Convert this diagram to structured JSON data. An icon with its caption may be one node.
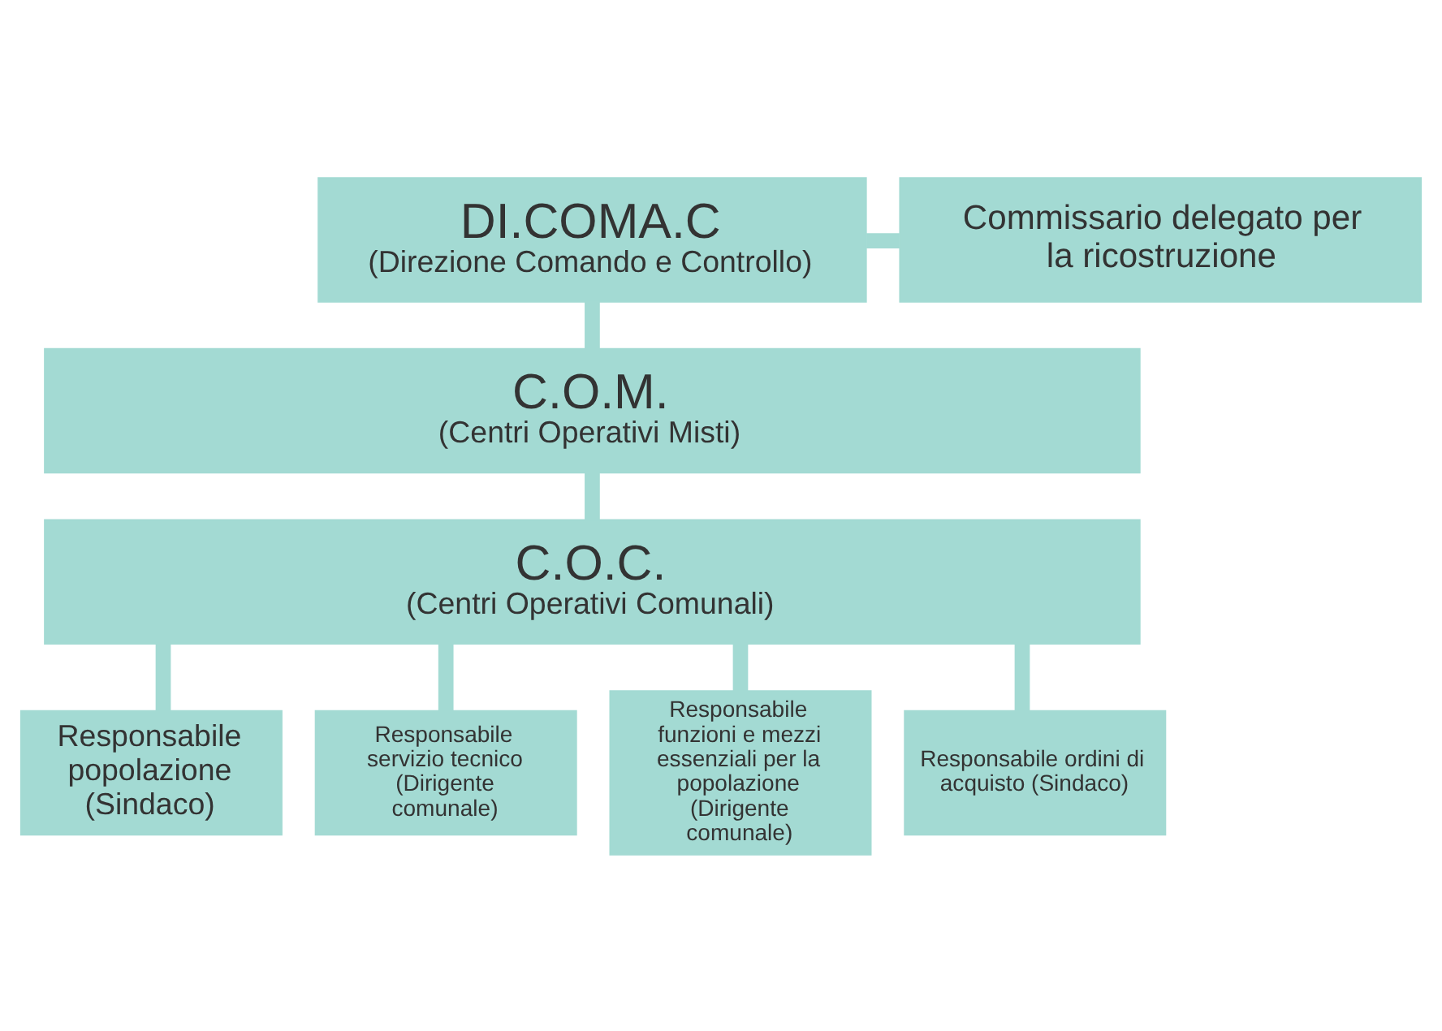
{
  "diagram": {
    "nodes": [
      {
        "text": [
          "DI.COMA.C",
          "(Direzione Comando e Controllo)"
        ]
      },
      {
        "text": [
          "Commissario delegato per la ricostruzione"
        ]
      },
      {
        "text": [
          "C.O.M.",
          "(Centri Operativi Misti)"
        ]
      },
      {
        "text": [
          "C.O.C.",
          "(Centri Operativi Comunali)"
        ]
      },
      {
        "text": [
          "Responsabile popolazione (Sindaco)"
        ]
      },
      {
        "text": [
          "Responsabile servizio tecnico (Dirigente comunale)"
        ]
      },
      {
        "text": [
          "Responsabile funzioni e mezzi essenziali per la popolazione (Dirigente comunale)"
        ]
      },
      {
        "text": [
          "Responsabile ordini di acquisto (Sindaco)"
        ]
      }
    ],
    "edges": [
      {
        "from": 0,
        "to": 1,
        "arrow": "none"
      },
      {
        "from": 0,
        "to": 2,
        "arrow": "none"
      },
      {
        "from": 2,
        "to": 3,
        "arrow": "none"
      },
      {
        "from": 3,
        "to": 4,
        "arrow": "none"
      },
      {
        "from": 3,
        "to": 5,
        "arrow": "none"
      },
      {
        "from": 3,
        "to": 6,
        "arrow": "none"
      },
      {
        "from": 3,
        "to": 7,
        "arrow": "none"
      }
    ]
  }
}
